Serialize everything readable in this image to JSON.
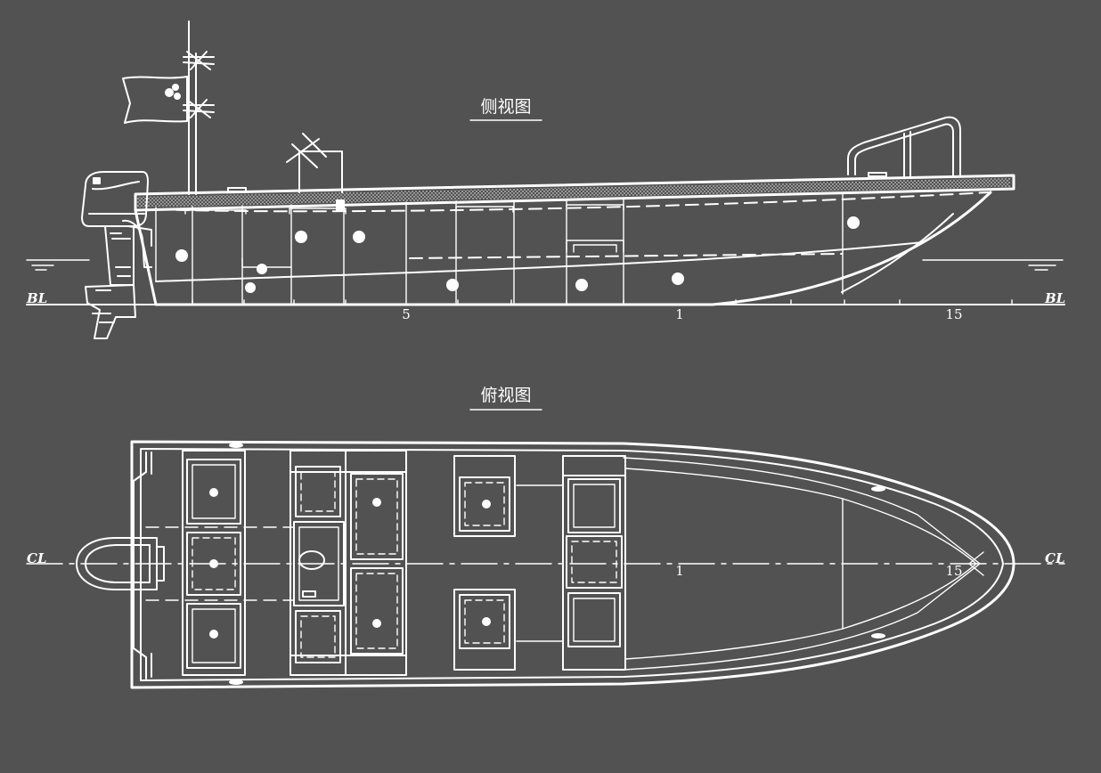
{
  "colors": {
    "background": "#525252",
    "line": "#ffffff"
  },
  "side_view": {
    "title": "侧视图",
    "baseline_left": "BL",
    "baseline_right": "BL",
    "stations": [
      "5",
      "1",
      "15"
    ]
  },
  "top_view": {
    "title": "俯视图",
    "centerline_left": "CL",
    "centerline_right": "CL",
    "stations": [
      "1",
      "15"
    ]
  }
}
